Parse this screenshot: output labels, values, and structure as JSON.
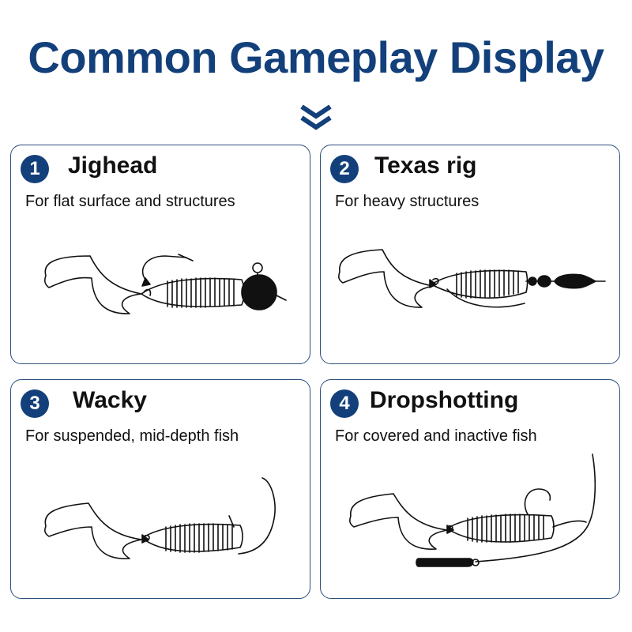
{
  "title": "Common Gameplay Display",
  "colors": {
    "accent": "#13407a",
    "border": "#2b4f7a"
  },
  "cards": [
    {
      "number": "1",
      "name": "Jighead",
      "description": "For flat surface and structures"
    },
    {
      "number": "2",
      "name": "Texas rig",
      "description": "For heavy structures"
    },
    {
      "number": "3",
      "name": "Wacky",
      "description": "For suspended, mid-depth fish"
    },
    {
      "number": "4",
      "name": "Dropshotting",
      "description": "For covered and inactive fish"
    }
  ]
}
